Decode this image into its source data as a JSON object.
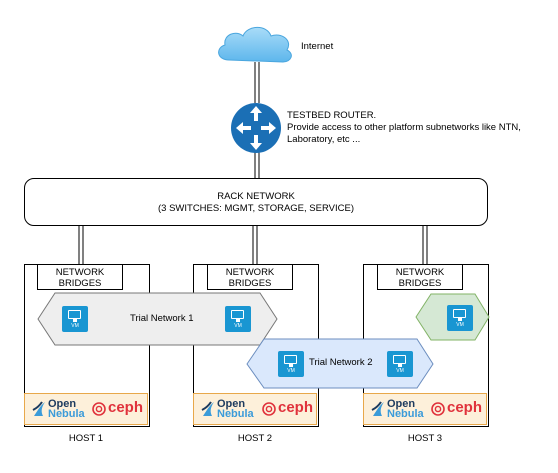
{
  "internet": {
    "label": "Internet"
  },
  "router": {
    "title": "TESTBED ROUTER.",
    "desc1": "Provide access to other platform subnetworks like NTN,",
    "desc2": "Laboratory, etc ..."
  },
  "rack": {
    "line1": "RACK NETWORK",
    "line2": "(3 SWITCHES: MGMT, STORAGE, SERVICE)"
  },
  "bridges": {
    "line1": "NETWORK",
    "line2": "BRIDGES"
  },
  "trial1": {
    "label": "Trial Network 1"
  },
  "trial2": {
    "label": "Trial Network 2"
  },
  "vm_label": "VM",
  "logos": {
    "open": "Open",
    "nebula": "Nebula",
    "ceph": "ceph"
  },
  "hosts": [
    "HOST 1",
    "HOST 2",
    "HOST 3"
  ],
  "colors": {
    "vm": "#1996d2",
    "trial1_fill": "#eeeeee",
    "trial2_fill": "#dae8fc",
    "trial3_fill": "#d5e8d4",
    "footer_fill": "#fdf0da",
    "router": "#1b6fb5",
    "cloud": "#7cc5f2"
  },
  "icons": [
    "cloud-icon",
    "router-icon",
    "vm-icon",
    "opennebula-logo",
    "ceph-logo"
  ]
}
